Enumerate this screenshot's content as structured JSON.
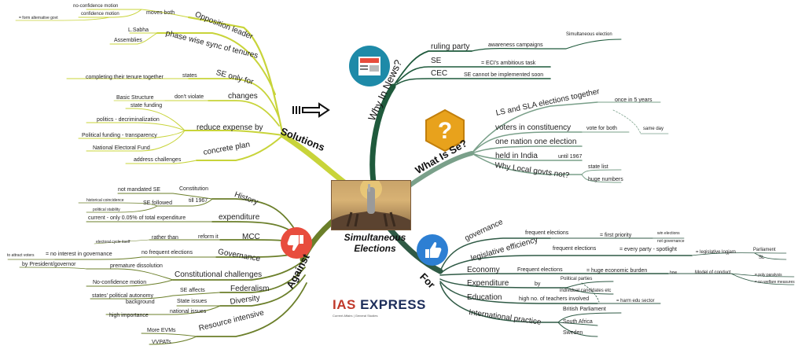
{
  "center": {
    "title_line1": "Simultaneous",
    "title_line2": "Elections"
  },
  "logo": {
    "main_ias": "IAS",
    "main_express": "EXPRESS",
    "tagline": "Current Affairs | General Studies"
  },
  "colors": {
    "solutions": "#c8d43a",
    "against": "#6b7f2a",
    "news": "#1f5a3c",
    "whatis": "#7aa08a",
    "for": "#2f5a45",
    "ias_red": "#c0392b",
    "ias_navy": "#1c2d5a"
  },
  "icons": {
    "news": "newspaper-icon",
    "whatis": "question-mark-icon",
    "for": "thumbs-up-icon",
    "against": "thumbs-down-icon",
    "solutions_arrow": "arrow-right-icon"
  },
  "branches": {
    "solutions": "Solutions",
    "against": "Against",
    "news": "Why In News?",
    "whatis": "What Is Se?",
    "for": "For"
  },
  "solutions": {
    "opposition_leader": "Opposition leader",
    "moves_both": "moves both",
    "no_confidence_motion": "no-confidence motion",
    "confidence_motion": "confidence motion",
    "form_alt_govt": "= form alternative govt",
    "phase_wise": "phase wise sync of tenures",
    "lsabha": "L.Sabha",
    "assemblies": "Assemblies",
    "se_only_for": "SE only for",
    "states": "states",
    "completing_tenure": "completing their tenure together",
    "changes": "changes",
    "dont_violate": "don't violate",
    "basic_structure": "Basic Structure",
    "reduce_expense": "reduce expense by",
    "state_funding": "state funding",
    "politics_decrim": "politics - decriminalization",
    "political_funding": "Political funding - transparency",
    "national_fund": "National Electoral Fund",
    "concrete_plan": "concrete plan",
    "address_challenges": "address challenges"
  },
  "against": {
    "history": "History",
    "constitution": "Constitution",
    "not_mandated": "not mandated SE",
    "till_1967": "till 1967",
    "se_followed": "SE followed",
    "historical_coincidence": "historical coincidence",
    "political_stability": "political stability",
    "expenditure": "expenditure",
    "current_005": "current - only 0.05% of total expenditure",
    "mcc": "MCC",
    "reform_it": "reform it",
    "rather_than": "rather than",
    "electoral_cycle": "electoral cycle itself",
    "governance": "Governance",
    "no_frequent": "no frequent elections",
    "no_interest": "= no interest in governance",
    "to_attract": "to attract voters",
    "const_challenges": "Constitutional challenges",
    "premature": "premature dissolution",
    "by_president": "by President/governor",
    "no_conf_motion": "No-confidence motion",
    "federalism": "Federalism",
    "se_affects": "SE affects",
    "states_autonomy": "states' political autonomy",
    "diversity": "Diversity",
    "state_issues": "State issues",
    "background": "background",
    "national_issues": "national issues",
    "high_importance": "high importance",
    "resource_intensive": "Resource intensive",
    "more_evms": "More EVMs",
    "vvpats": "VVPATs"
  },
  "news": {
    "ruling_party": "ruling party",
    "awareness": "awareness campaigns",
    "simultaneous_election": "Simultaneous election",
    "se": "SE",
    "eci_task": "= ECI's ambitious task",
    "cec": "CEC",
    "se_cannot": "SE cannot be implemented soon"
  },
  "whatis": {
    "ls_sla": "LS and SLA elections together",
    "once_5": "once in 5 years",
    "voters": "voters in constituency",
    "vote_both": "vote for both",
    "same_day": "same day",
    "one_nation": "one nation one election",
    "held_india": "held in India",
    "until_1967": "until 1967",
    "why_local": "Why Local govts not?",
    "state_list": "state list",
    "huge_numbers": "huge numbers"
  },
  "for": {
    "governance": "governance",
    "frequent_1": "frequent elections",
    "first_priority": "= first priority",
    "win_elections": "win elections",
    "not_governance": "not governance",
    "leg_eff": "legislative efficiency",
    "frequent_2": "frequent elections",
    "every_party": "= every party - spotlight",
    "leg_logjam": "= legislative logjam",
    "parliament": "Parliament",
    "sl": "SL",
    "economy": "Economy",
    "frequent_3": "Frequent elections",
    "huge_burden": "= huge economic burden",
    "how": "how",
    "model_conduct": "Model of conduct",
    "policy_paralysis": "= poly paralysis",
    "no_welfare": "= no welfare measures",
    "expenditure": "Expenditure",
    "by": "by",
    "political_parties": "Political parties",
    "individual_candidates": "individual candidates etc",
    "education": "Education",
    "teachers": "high no. of teachers involved",
    "harm_edu": "= harm edu sector",
    "intl_practice": "International practice",
    "british": "British Parliament",
    "south_africa": "South Africa",
    "sweden": "Sweden"
  }
}
